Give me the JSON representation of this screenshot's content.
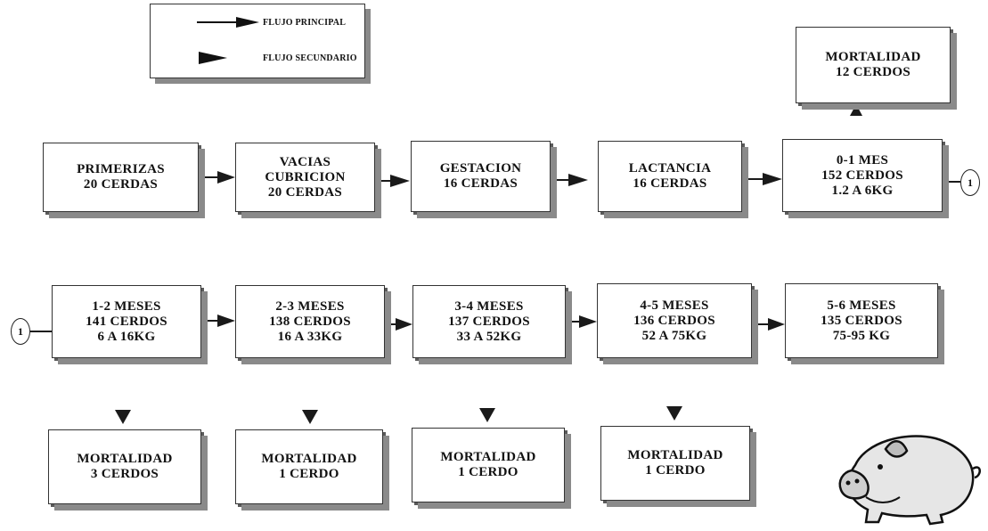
{
  "legend": {
    "main_flow": "FLUJO PRINCIPAL",
    "secondary_flow": "FLUJO SECUNDARIO"
  },
  "row1": [
    {
      "line1": "PRIMERIZAS",
      "line2": "20 CERDAS"
    },
    {
      "line1": "VACIAS",
      "line2": "CUBRICION",
      "line3": "20 CERDAS"
    },
    {
      "line1": "GESTACION",
      "line2": "16 CERDAS"
    },
    {
      "line1": "LACTANCIA",
      "line2": "16 CERDAS"
    },
    {
      "line1": "0-1 MES",
      "line2": "152 CERDOS",
      "line3": "1.2 A 6KG"
    }
  ],
  "row2": [
    {
      "line1": "1-2 MESES",
      "line2": "141 CERDOS",
      "line3": "6 A 16KG"
    },
    {
      "line1": "2-3 MESES",
      "line2": "138 CERDOS",
      "line3": "16 A 33KG"
    },
    {
      "line1": "3-4 MESES",
      "line2": "137 CERDOS",
      "line3": "33 A 52KG"
    },
    {
      "line1": "4-5 MESES",
      "line2": "136 CERDOS",
      "line3": "52 A 75KG"
    },
    {
      "line1": "5-6 MESES",
      "line2": "135 CERDOS",
      "line3": "75-95 KG"
    }
  ],
  "mortality_top": {
    "line1": "MORTALIDAD",
    "line2": "12 CERDOS"
  },
  "mortality_row": [
    {
      "line1": "MORTALIDAD",
      "line2": "3 CERDOS"
    },
    {
      "line1": "MORTALIDAD",
      "line2": "1 CERDO"
    },
    {
      "line1": "MORTALIDAD",
      "line2": "1 CERDO"
    },
    {
      "line1": "MORTALIDAD",
      "line2": "1 CERDO"
    }
  ],
  "connector_label": "1",
  "colors": {
    "box_border": "#333333",
    "shadow": "#8a8a8a",
    "arrow": "#1a1a1a"
  },
  "icons": {
    "pig": "pig-illustration"
  }
}
